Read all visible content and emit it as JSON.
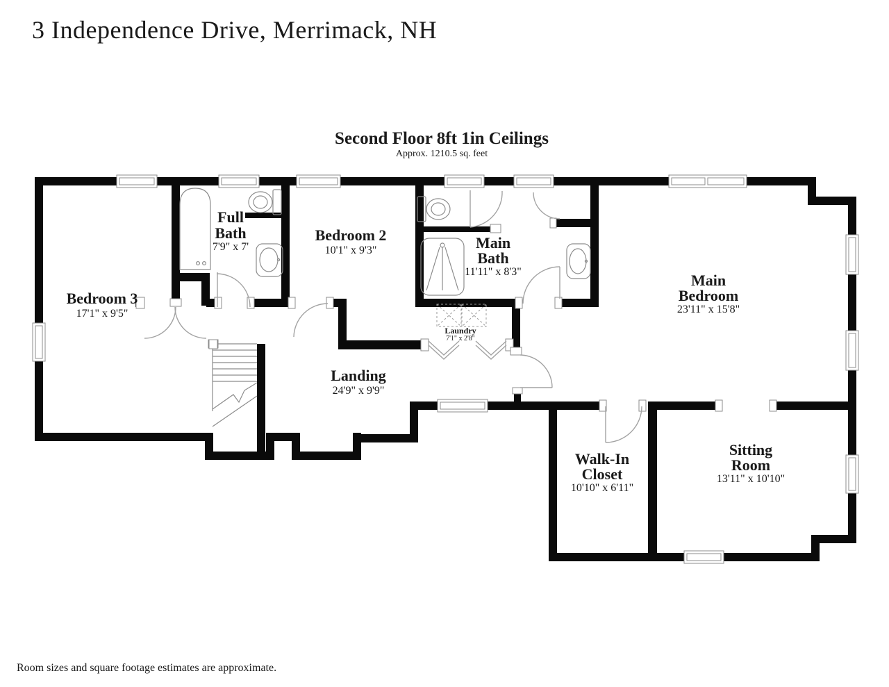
{
  "page_title": "3 Independence Drive, Merrimack, NH",
  "floor": {
    "title": "Second Floor 8ft 1in Ceilings",
    "subtitle": "Approx. 1210.5 sq. feet"
  },
  "rooms": {
    "bedroom3": {
      "name": "Bedroom 3",
      "dims": "17'1\" x 9'5\""
    },
    "full_bath": {
      "name1": "Full",
      "name2": "Bath",
      "dims": "7'9\" x 7'"
    },
    "bedroom2": {
      "name": "Bedroom 2",
      "dims": "10'1\" x 9'3\""
    },
    "main_bath": {
      "name1": "Main",
      "name2": "Bath",
      "dims": "11'11\" x 8'3\""
    },
    "main_bedroom": {
      "name1": "Main",
      "name2": "Bedroom",
      "dims": "23'11\" x 15'8\""
    },
    "landing": {
      "name": "Landing",
      "dims": "24'9\" x 9'9\""
    },
    "laundry": {
      "name": "Laundry",
      "dims": "7'1\" x 2'8\""
    },
    "walk_in_closet": {
      "name1": "Walk-In",
      "name2": "Closet",
      "dims": "10'10\" x 6'11\""
    },
    "sitting_room": {
      "name1": "Sitting",
      "name2": "Room",
      "dims": "13'11\" x 10'10\""
    }
  },
  "footer": {
    "note": "Room sizes and square footage estimates are approximate."
  },
  "colors": {
    "wall": "#0a0a0a",
    "text": "#1a1a1a",
    "fixture": "#8c8c8c",
    "background": "#ffffff"
  }
}
